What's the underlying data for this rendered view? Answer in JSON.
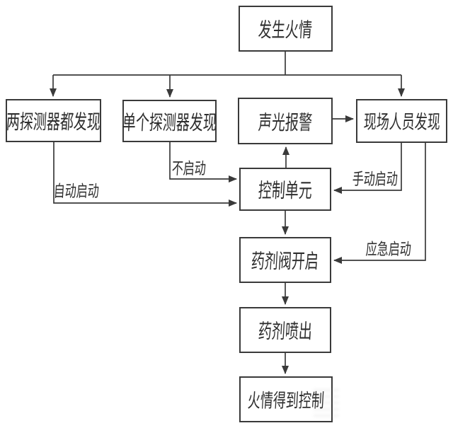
{
  "diagram": {
    "type": "flowchart",
    "background": "#ffffff",
    "line_color": "#3a3a3a",
    "text_color": "#2e2e2e",
    "nodes": {
      "fire": {
        "label": "发生火情"
      },
      "both_detectors": {
        "label": "两探测器都发现"
      },
      "single_detector": {
        "label": "单个探测器发现"
      },
      "alarm": {
        "label": "声光报警"
      },
      "personnel": {
        "label": "现场人员发现"
      },
      "control_unit": {
        "label": "控制单元"
      },
      "valve_open": {
        "label": "药剂阀开启"
      },
      "agent_spray": {
        "label": "药剂喷出"
      },
      "fire_controlled": {
        "label": "火情得到控制"
      }
    },
    "edge_labels": {
      "auto_start": "自动启动",
      "no_start": "不启动",
      "manual_start": "手动启动",
      "emergency_start": "应急启动"
    },
    "edges": [
      {
        "from": "fire",
        "to": "both_detectors"
      },
      {
        "from": "fire",
        "to": "single_detector"
      },
      {
        "from": "fire",
        "to": "personnel"
      },
      {
        "from": "both_detectors",
        "to": "control_unit",
        "label": "自动启动"
      },
      {
        "from": "single_detector",
        "to": "control_unit",
        "label": "不启动"
      },
      {
        "from": "personnel",
        "to": "control_unit",
        "label": "手动启动"
      },
      {
        "from": "control_unit",
        "to": "alarm"
      },
      {
        "from": "alarm",
        "to": "personnel"
      },
      {
        "from": "control_unit",
        "to": "valve_open"
      },
      {
        "from": "personnel",
        "to": "valve_open",
        "label": "应急启动"
      },
      {
        "from": "valve_open",
        "to": "agent_spray"
      },
      {
        "from": "agent_spray",
        "to": "fire_controlled"
      }
    ]
  }
}
